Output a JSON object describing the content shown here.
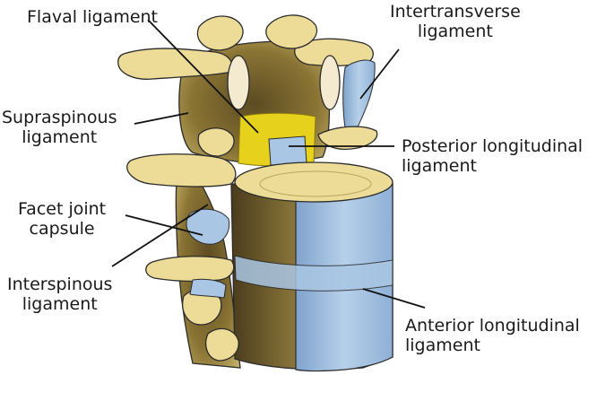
{
  "labels": {
    "flaval": {
      "line1": "Flaval ligament"
    },
    "intertransverse": {
      "line1": "Intertransverse",
      "line2": "ligament"
    },
    "supraspinous": {
      "line1": "Supraspinous",
      "line2": "ligament"
    },
    "posterior_longitudinal": {
      "line1": "Posterior longitudinal",
      "line2": "ligament"
    },
    "facet_joint": {
      "line1": "Facet joint",
      "line2": "capsule"
    },
    "interspinous": {
      "line1": "Interspinous",
      "line2": "ligament"
    },
    "anterior_longitudinal": {
      "line1": "Anterior longitudinal",
      "line2": "ligament"
    }
  },
  "colors": {
    "bone": "#ecdc98",
    "bone_shadow": "#6b5a2a",
    "bone_dark": "#3d3218",
    "flaval": "#e6d21c",
    "ligament_blue": "#a9c6e4",
    "outline": "#2b2b2b"
  }
}
